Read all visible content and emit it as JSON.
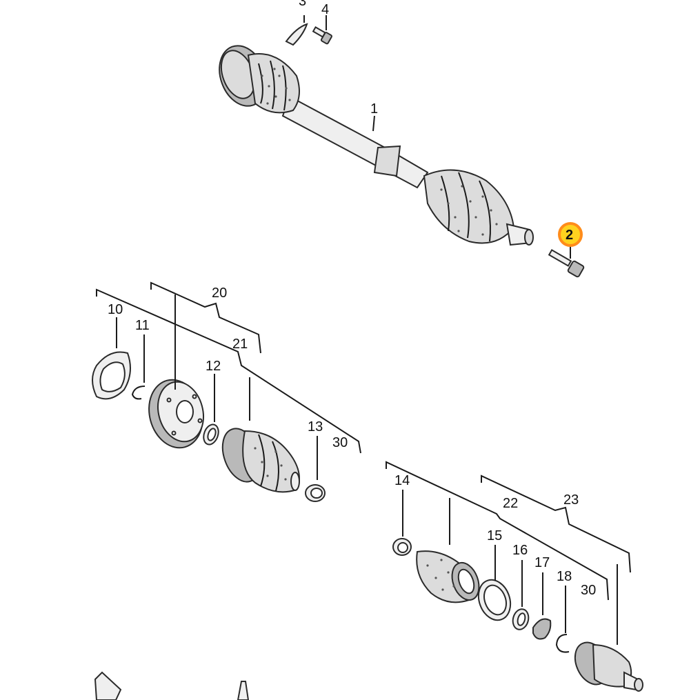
{
  "diagram": {
    "highlight_color": "#ff8c1a",
    "labels": {
      "p1": "1",
      "p2": "2",
      "p3": "3",
      "p4": "4",
      "p10": "10",
      "p11": "11",
      "p12": "12",
      "p13": "13",
      "p14": "14",
      "p15": "15",
      "p16": "16",
      "p17": "17",
      "p18": "18",
      "p20": "20",
      "p21": "21",
      "p22": "22",
      "p23": "23",
      "p30a": "30",
      "p30b": "30"
    }
  }
}
